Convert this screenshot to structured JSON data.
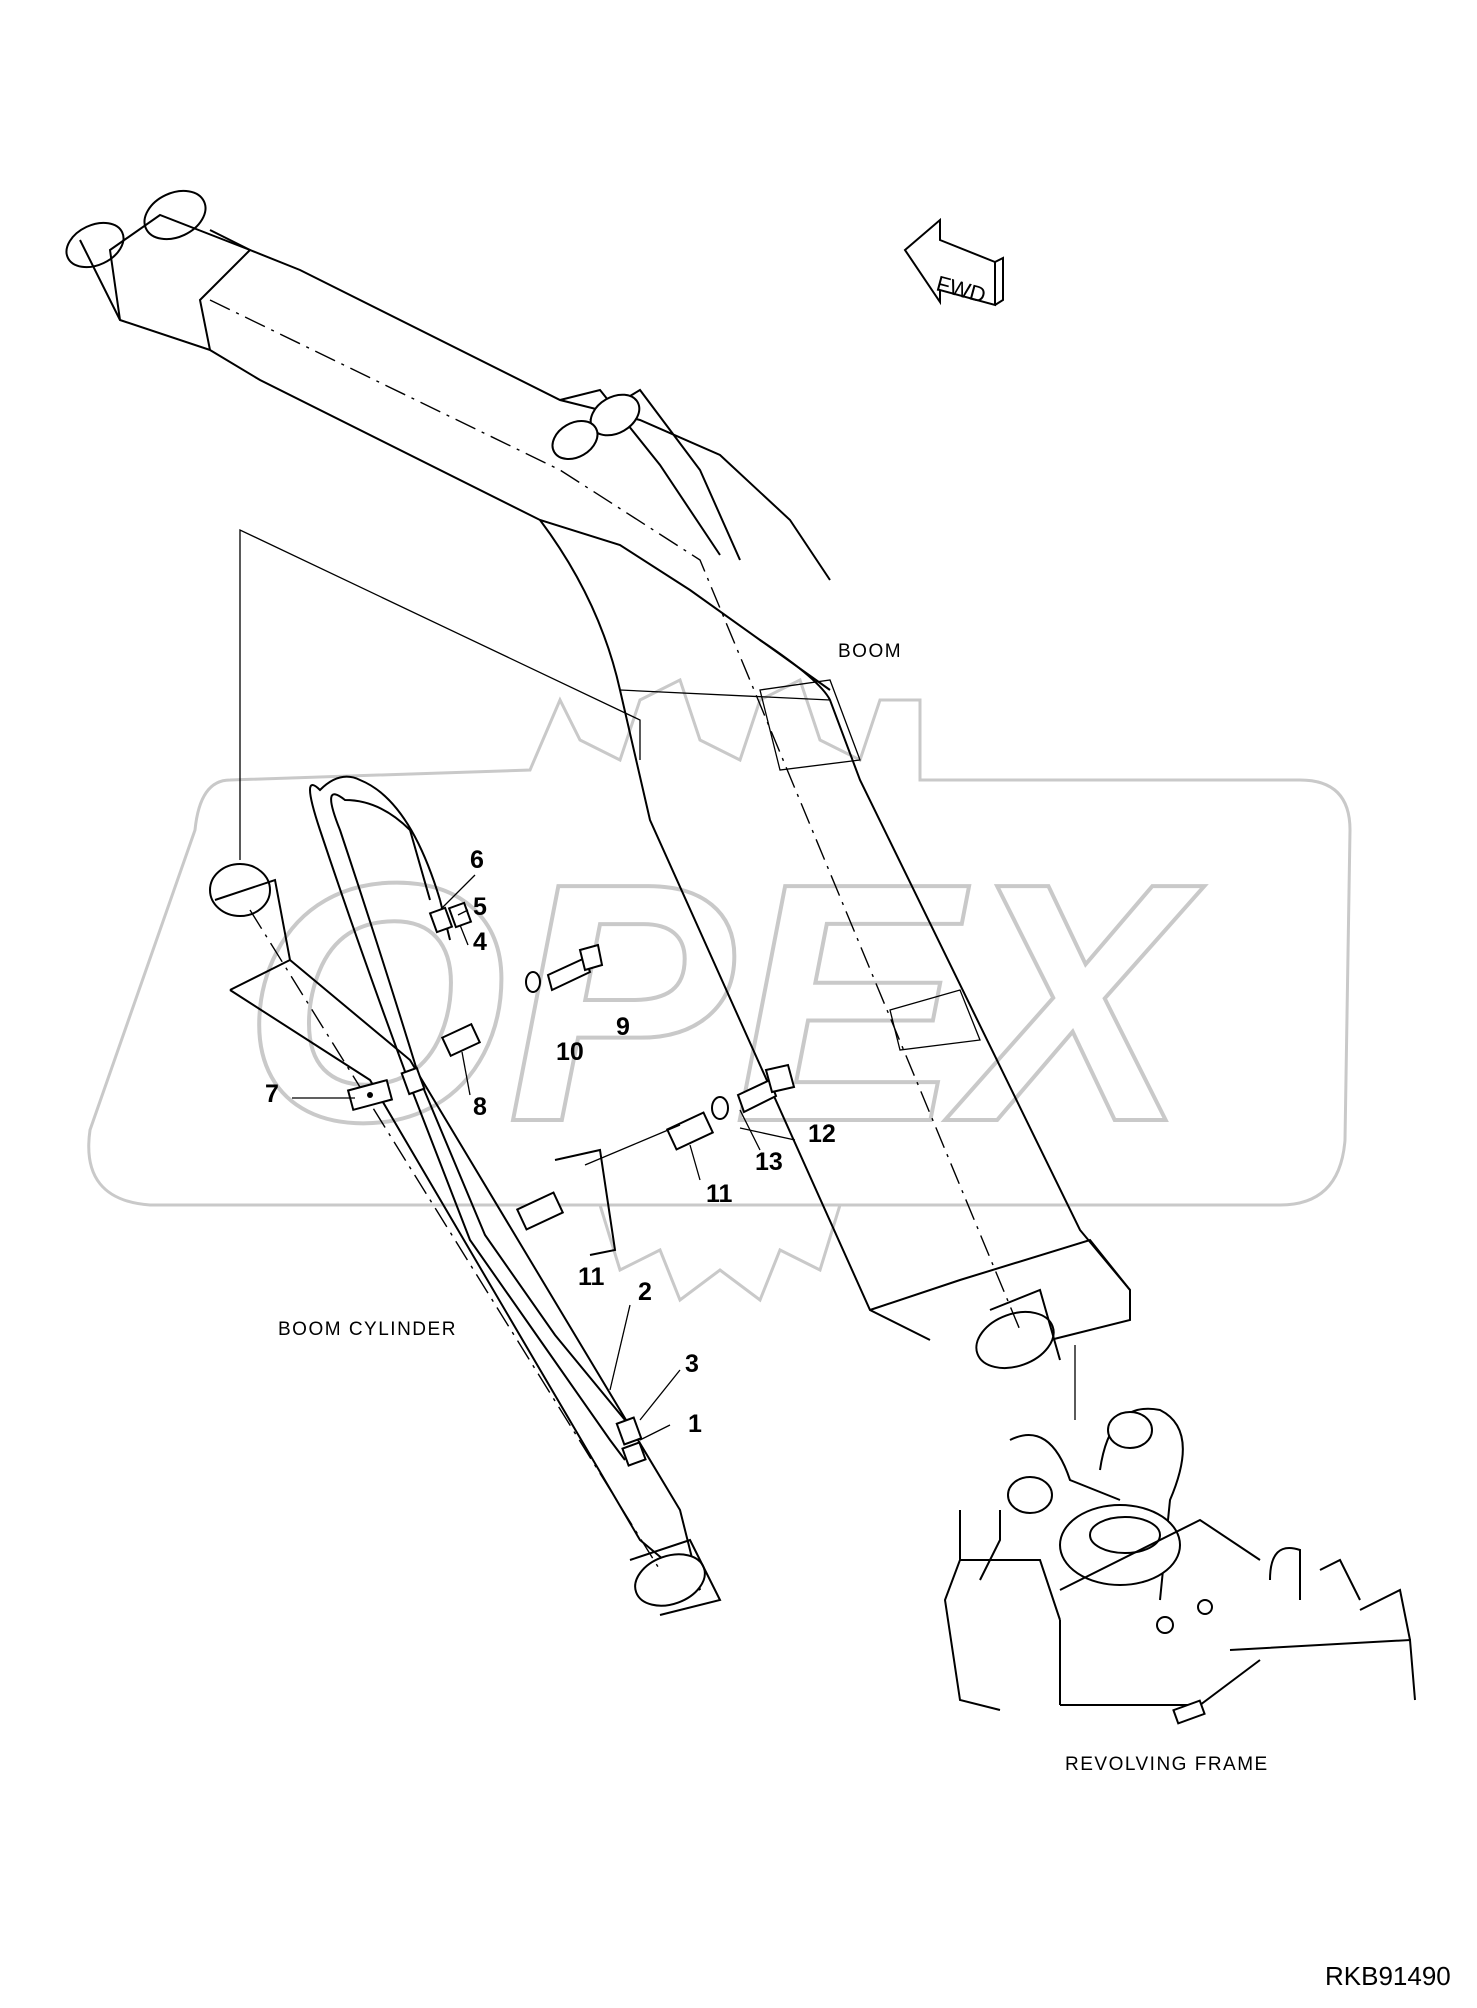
{
  "labels": {
    "boom": "BOOM",
    "boom_cylinder": "BOOM CYLINDER",
    "revolving_frame": "REVOLVING FRAME",
    "fwd": "FWD",
    "drawing_code": "RKB91490",
    "watermark": "OPEX"
  },
  "callouts": [
    "1",
    "2",
    "3",
    "4",
    "5",
    "6",
    "7",
    "8",
    "9",
    "10",
    "11",
    "11",
    "12",
    "13"
  ],
  "colors": {
    "line": "#000000",
    "background": "#ffffff",
    "watermark": "#c9c9c9"
  }
}
